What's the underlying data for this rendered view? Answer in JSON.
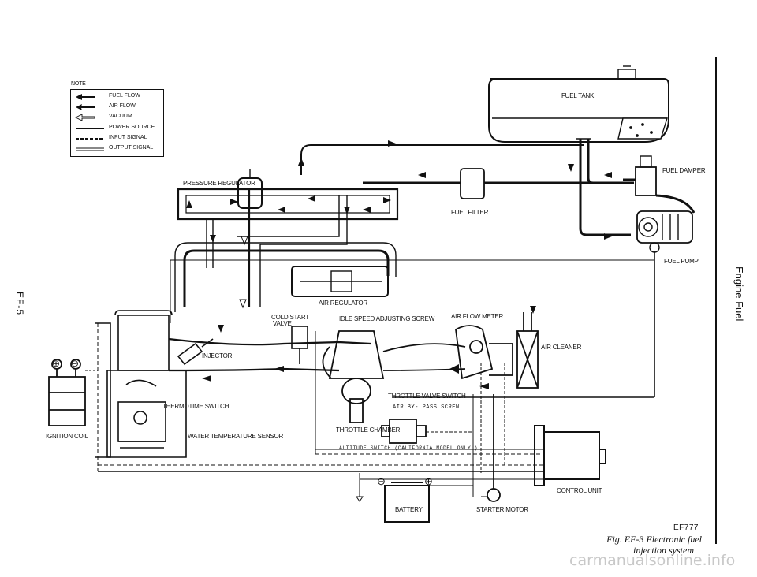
{
  "legend": {
    "title": "NOTE",
    "items": [
      {
        "label": "FUEL FLOW",
        "symbol": "solid-arrow"
      },
      {
        "label": "AIR FLOW",
        "symbol": "thin-arrow"
      },
      {
        "label": "VACUUM",
        "symbol": "hollow-arrow"
      },
      {
        "label": "POWER SOURCE",
        "symbol": "solid-line"
      },
      {
        "label": "INPUT SIGNAL",
        "symbol": "dashed-line"
      },
      {
        "label": "OUTPUT SIGNAL",
        "symbol": "double-line"
      }
    ]
  },
  "labels": {
    "fuel_tank": "FUEL TANK",
    "fuel_damper": "FUEL DAMPER",
    "pressure_regulator": "PRESSURE REGULATOR",
    "fuel_filter": "FUEL FILTER",
    "fuel_pump": "FUEL PUMP",
    "air_regulator": "AIR REGULATOR",
    "cold_start_1": "COLD START",
    "cold_start_2": "VALVE",
    "idle_speed": "IDLE SPEED ADJUSTING SCREW",
    "air_flow_meter": "AIR FLOW METER",
    "air_cleaner": "AIR CLEANER",
    "injector": "INJECTOR",
    "throttle_valve_switch": "THROTTLE VALVE SWITCH",
    "air_bypass": "AIR BY- PASS SCREW",
    "thermotime": "THERMOTIME SWITCH",
    "water_temp": "WATER TEMPERATURE SENSOR",
    "throttle_chamber": "THROTTLE CHAMBER",
    "altitude": "ALTITUDE SWITCH (CALIFORNIA MODEL ONLY )",
    "ignition_coil": "IGNITION COIL",
    "control_unit": "CONTROL UNIT",
    "battery": "BATTERY",
    "starter": "STARTER MOTOR"
  },
  "side_left": "EF-5",
  "side_right": "Engine Fuel",
  "figure_code": "EF777",
  "caption_1": "Fig. EF-3 Electronic fuel",
  "caption_2": "injection system",
  "watermark": "carmanualsonline.info",
  "battery_symbols": {
    "minus": "⊖",
    "plus": "⊕"
  },
  "coil_symbols": {
    "plus": "⊕",
    "minus": "⊖"
  },
  "colors": {
    "ink": "#111111",
    "paper": "#ffffff",
    "watermark": "#c8c8c8"
  }
}
